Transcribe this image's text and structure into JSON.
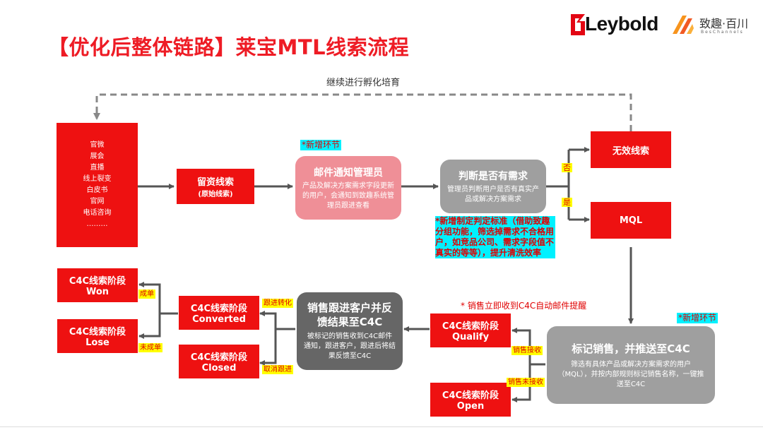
{
  "title": "【优化后整体链路】莱宝MTL线索流程",
  "logo": {
    "leybold": "Leybold",
    "partner": "致趣·百川",
    "partner_sub": "BesChannels"
  },
  "loop_label": "继续进行孵化培育",
  "sources": [
    "官微",
    "展会",
    "直播",
    "线上裂变",
    "白皮书",
    "官网",
    "电话咨询",
    "………"
  ],
  "leads": {
    "title": "留资线索",
    "subtitle": "(原始线索)"
  },
  "new_tag_1": "*新增环节",
  "email": {
    "title": "邮件通知管理员",
    "desc": "产品及解决方案需求字段更新的用户，会通知到致趣系统管理员跟进查看"
  },
  "judge": {
    "title": "判断是否有需求",
    "desc": "管理员判断用户是否有真实产品或解决方案需求"
  },
  "judge_note": "*新增制定判定标准（借助致趣分组功能，筛选掉需求不合格用户，如竞品公司、需求字段值不真实的等等），提升清洗效率",
  "no_label": "否",
  "yes_label": "是",
  "invalid": "无效线索",
  "mql": "MQL",
  "sales_note": "* 销售立即收到C4C自动邮件提醒",
  "new_tag_2": "*新增环节",
  "mark": {
    "title": "标记销售，并推送至C4C",
    "desc": "筛选有具体产品或解决方案需求的用户（MQL），并按内部规则标记销售名称，一键推送至C4C"
  },
  "qualify": {
    "line1": "C4C线索阶段",
    "line2": "Qualify"
  },
  "open": {
    "line1": "C4C线索阶段",
    "line2": "Open"
  },
  "accept_label": "销售接收",
  "reject_label": "销售未接收",
  "follow": {
    "title": "销售跟进客户并反馈结果至C4C",
    "desc": "被标记的销售收到C4C邮件通知，跟进客户，跟进后将结果反馈至C4C"
  },
  "converted": {
    "line1": "C4C线索阶段",
    "line2": "Converted"
  },
  "closed": {
    "line1": "C4C线索阶段",
    "line2": "Closed"
  },
  "convert_label": "跟进转化",
  "cancel_label": "取消跟进",
  "won": {
    "line1": "C4C线索阶段",
    "line2": "Won"
  },
  "lose": {
    "line1": "C4C线索阶段",
    "line2": "Lose"
  },
  "deal_label": "成单",
  "nodeal_label": "未成单",
  "colors": {
    "red": "#ee1111",
    "pink": "#ef8f97",
    "gray": "#9f9f9f",
    "darkgray": "#666666",
    "cyan": "#00f1ff",
    "yellow": "#ffff00"
  }
}
